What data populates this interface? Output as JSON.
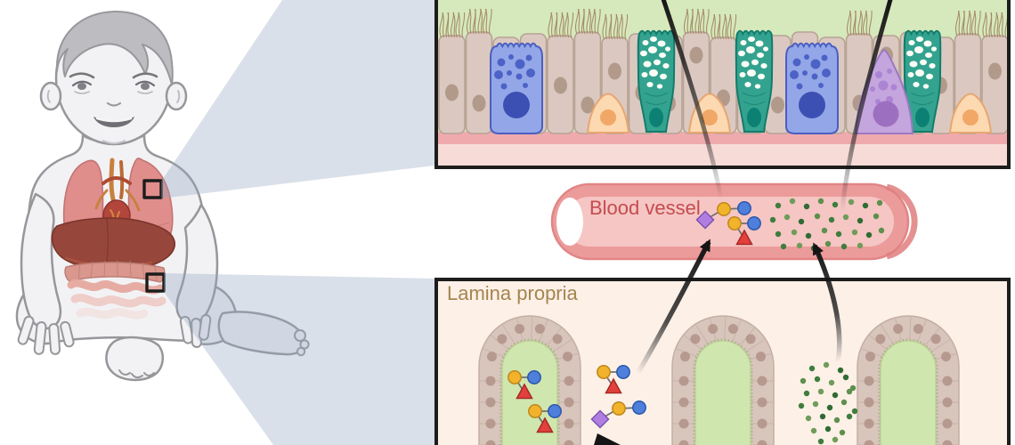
{
  "labels": {
    "blood_vessel": "Blood vessel",
    "lamina_propria": "Lamina propria"
  },
  "colors": {
    "beam": "#93a5c0",
    "panel_border": "#1d1d1b",
    "epithelium_bg": "#d6e9bc",
    "epithelial_cell": "#dbc9c1",
    "epithelial_cell_outline": "#b7a295",
    "epithelial_nucleus": "#b29a8b",
    "cilia": "#a1845f",
    "basement_membrane": "#efaaae",
    "sub_membrane": "#f7dbd7",
    "goblet_cell": "#33a390",
    "goblet_outline": "#147c6b",
    "goblet_nucleus": "#0c8073",
    "blue_cell": "#93a7e8",
    "blue_cell_outline": "#4a5ec2",
    "blue_cell_granule": "#4d62c6",
    "blue_cell_nucleus": "#3c50b4",
    "purple_cell": "#c5a5dd",
    "purple_cell_outline": "#9a79c2",
    "purple_cell_granule": "#ab84d4",
    "purple_cell_nucleus": "#9d6fc1",
    "basal_cell": "#fcd9b1",
    "basal_cell_outline": "#e7a671",
    "basal_cell_nucleus": "#f1a766",
    "vessel_outer": "#ec9b9b",
    "vessel_rim": "#e07e7e",
    "vessel_lumen": "#f5c6c3",
    "vessel_label": "#c54b50",
    "lamina_bg": "#fcf0e7",
    "lamina_label": "#a5854f",
    "villus_band": "#d8c5bc",
    "villus_band_outline": "#c4afa4",
    "villus_nucleus": "#b2948a",
    "villus_core": "#cfe6ae",
    "villus_fringe": "#8fa768",
    "glycan_yellow": "#f2b32c",
    "glycan_blue": "#4d7fdb",
    "glycan_red": "#e2403c",
    "glycan_purple": "#b07ee0",
    "dot_green_dark": "#3e7d3e",
    "dot_green_light": "#6f9c59",
    "arrow": "#151515",
    "baby_skin": "#f2f2f4",
    "baby_outline": "#97979b",
    "baby_hair": "#bdbdc1",
    "lung": "#df8e8c",
    "liver": "#96463a",
    "intestine": "#e5a89e"
  },
  "symbols": [
    {
      "name": "yellow-circle",
      "color": "#f2b32c"
    },
    {
      "name": "blue-circle",
      "color": "#4d7fdb"
    },
    {
      "name": "red-triangle",
      "color": "#e2403c"
    },
    {
      "name": "purple-diamond",
      "color": "#b07ee0"
    },
    {
      "name": "green-dot",
      "color": "#3e7d3e"
    }
  ]
}
